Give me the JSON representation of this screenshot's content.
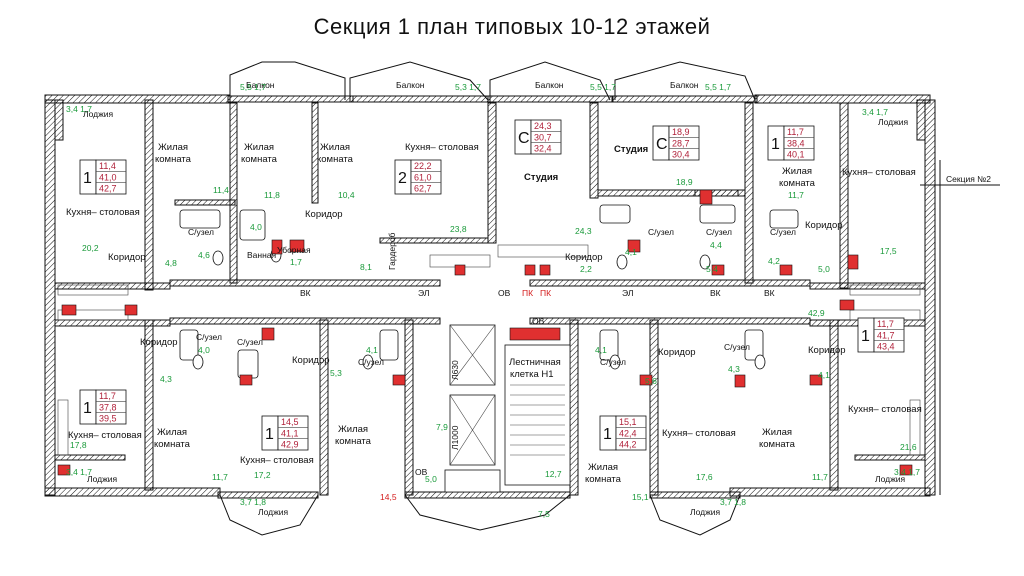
{
  "title": "Секция 1 план типовых 10-12 этажей",
  "legend_color_area_total": "#b0213a",
  "legend_color_room_area": "#1a9a3a",
  "legend_color_shafts": "#d41b1b",
  "section_marker": "Секция №2",
  "labels": {
    "balcony": "Балкон",
    "loggia": "Лоджия",
    "living": "Жилая комната",
    "living_l1": "Жилая",
    "living_l2": "комната",
    "kitchen": "Кухня– столовая",
    "corridor": "Коридор",
    "bathroom": "С/узел",
    "bath": "Ванная",
    "toilet": "Уборная",
    "wardrobe": "Гардероб",
    "studio": "Студия",
    "stair_l1": "Лестничная",
    "stair_l2": "клетка Н1",
    "vk": "ВК",
    "el": "ЭЛ",
    "ov": "ОВ",
    "pk": "ПК",
    "lift_a": "Л630",
    "lift_b": "Л1000"
  },
  "apartments": [
    {
      "rooms": "1",
      "v1": "11,4",
      "v2": "41,0",
      "v3": "42,7"
    },
    {
      "rooms": "2",
      "v1": "22,2",
      "v2": "61,0",
      "v3": "62,7"
    },
    {
      "rooms": "С",
      "v1": "24,3",
      "v2": "30,7",
      "v3": "32,4"
    },
    {
      "rooms": "С",
      "v1": "18,9",
      "v2": "28,7",
      "v3": "30,4"
    },
    {
      "rooms": "1",
      "v1": "11,7",
      "v2": "38,4",
      "v3": "40,1"
    },
    {
      "rooms": "1",
      "v1": "11,7",
      "v2": "41,7",
      "v3": "43,4"
    },
    {
      "rooms": "1",
      "v1": "15,1",
      "v2": "42,4",
      "v3": "44,2"
    },
    {
      "rooms": "1",
      "v1": "14,5",
      "v2": "41,1",
      "v3": "42,9"
    },
    {
      "rooms": "1",
      "v1": "11,7",
      "v2": "37,8",
      "v3": "39,5"
    }
  ],
  "room_areas": {
    "a1_loggia": "3,4 1,7",
    "a1_kitchen": "20,2",
    "a1_living": "11,4",
    "a1_corr": "4,8",
    "a1_wc": "4,6",
    "a2_corr": "4,0",
    "a2_living_a": "11,8",
    "a2_living_b": "10,4",
    "a2_wc": "1,7",
    "a2_bath": "8,1",
    "a2_kitchen": "23,8",
    "bal1": "5,5 1,7",
    "bal2": "5,3 1,7",
    "bal3": "5,5 1,7",
    "bal4": "5,5 1,7",
    "a3_kitchen": "24,3",
    "a3_corr": "2,2",
    "a3_wc": "4,1",
    "a4_kitchen": "18,9",
    "a4_wc": "4,4",
    "a4_corr": "5,4",
    "a5_loggia": "3,4 1,7",
    "a5_living": "11,7",
    "a5_corr": "4,2",
    "a5_wc": "5,0",
    "a5_kitchen": "17,5",
    "a6_kitchen": "42,9",
    "a6_wc": "4,1",
    "a6_kitchen2": "21,6",
    "a6_loggia": "3,4 1,7",
    "a7_wc": "4,1",
    "a7_corr": "5,6",
    "a7_living": "12,7",
    "a7_kitchen": "17,6",
    "a7_loggia": "3,7 1,8",
    "a7_x": "15,1",
    "a8_wc": "4,1",
    "a8_corr": "5,3",
    "a8_living": "7,9",
    "a8_kitchen": "17,2",
    "a8_loggia": "3,7 1,8",
    "a8_x": "14,5",
    "a9_wc": "4,0",
    "a9_corr": "4,3",
    "a9_kitchen": "17,8",
    "a9_living": "11,7",
    "a9_loggia": "3,4 1,7",
    "lobby_a": "5,0",
    "lobby_b": "7,5",
    "a6_corr": "11,7",
    "a7_loggia2": "11,7",
    "a7_liv2": "4,3"
  }
}
